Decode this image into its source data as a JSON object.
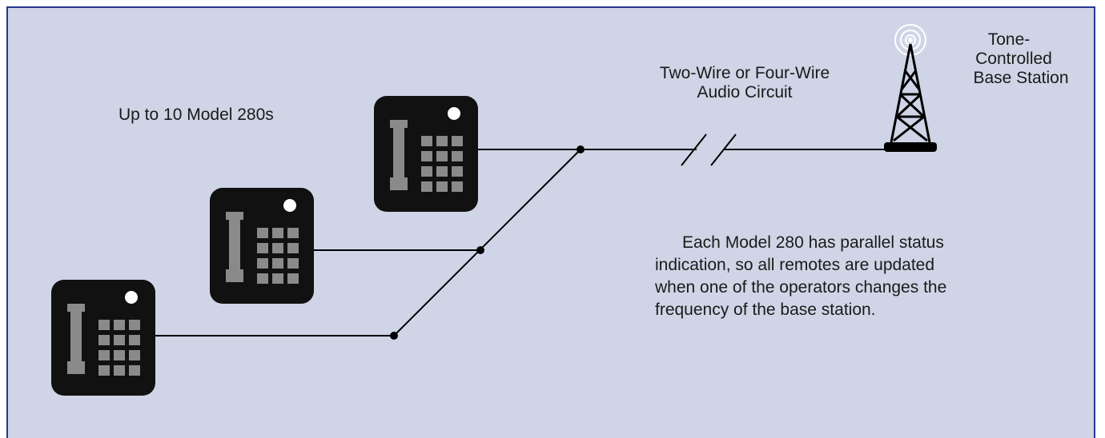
{
  "labels": {
    "count": "Up to 10 Model 280s",
    "circuit_line1": "Two-Wire or Four-Wire",
    "circuit_line2": "Audio Circuit",
    "station_line1": "Tone-",
    "station_line2": "Controlled",
    "station_line3": "Base Station",
    "note_line1": "Each Model 280 has parallel status",
    "note_line2": "indication, so all remotes are updated",
    "note_line3": "when one of the operators changes the",
    "note_line4": "frequency of the base station."
  },
  "colors": {
    "panel": "#cfd5e6",
    "border": "#26378f",
    "phone_body": "#111111",
    "phone_parts": "#8a8a8a"
  },
  "icons": [
    "desk-phone-icon",
    "radio-tower-icon"
  ]
}
